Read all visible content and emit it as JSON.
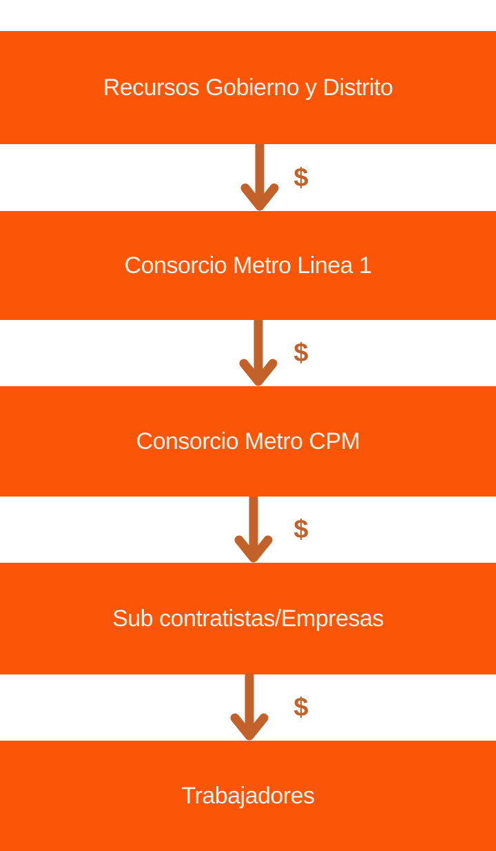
{
  "palette": {
    "band_orange": "#FB5607",
    "arrow_orange": "#C2622A",
    "label_color": "#FBF1E9",
    "page_bg": "#FFFFFF"
  },
  "flow": {
    "direction": "top-to-bottom",
    "levels": [
      {
        "label": "Recursos Gobierno y Distrito"
      },
      {
        "label": "Consorcio Metro Linea 1"
      },
      {
        "label": "Consorcio Metro CPM"
      },
      {
        "label": "Sub contratistas/Empresas"
      },
      {
        "label": "Trabajadores"
      }
    ],
    "connectors": [
      {
        "symbol": "$"
      },
      {
        "symbol": "$"
      },
      {
        "symbol": "$"
      },
      {
        "symbol": "$"
      }
    ]
  }
}
